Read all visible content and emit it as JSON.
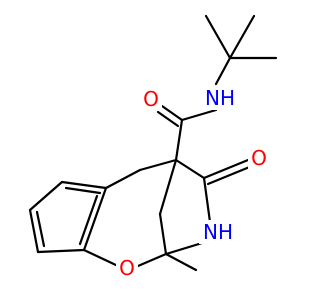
{
  "colors": {
    "bond": "#000000",
    "carbon_text": "#000000",
    "oxygen": "#ff0000",
    "nitrogen": "#0000ff",
    "background": "#ffffff"
  },
  "labels": {
    "amide_nh": "NH",
    "amide_o": "O",
    "lactam_o": "O",
    "lactam_nh": "NH",
    "ring_o": "O"
  }
}
